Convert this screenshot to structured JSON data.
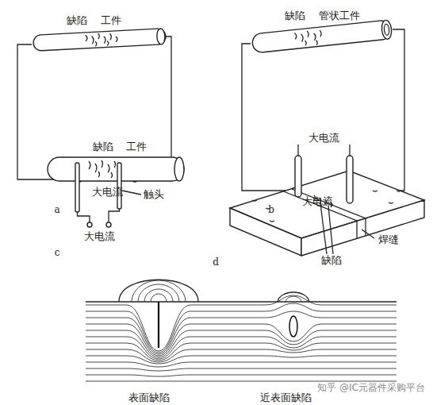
{
  "diagram": {
    "labels": [
      "缺陷",
      "工件",
      "大电流",
      "a",
      "缺陷",
      "管状工件",
      "大电流",
      "b",
      "缺陷",
      "工件",
      "触头",
      "大电流",
      "c",
      "大电流",
      "焊缝",
      "缺陷",
      "d",
      "表面缺陷",
      "近表面缺陷",
      "知乎 @IC元器件采购平台"
    ]
  }
}
